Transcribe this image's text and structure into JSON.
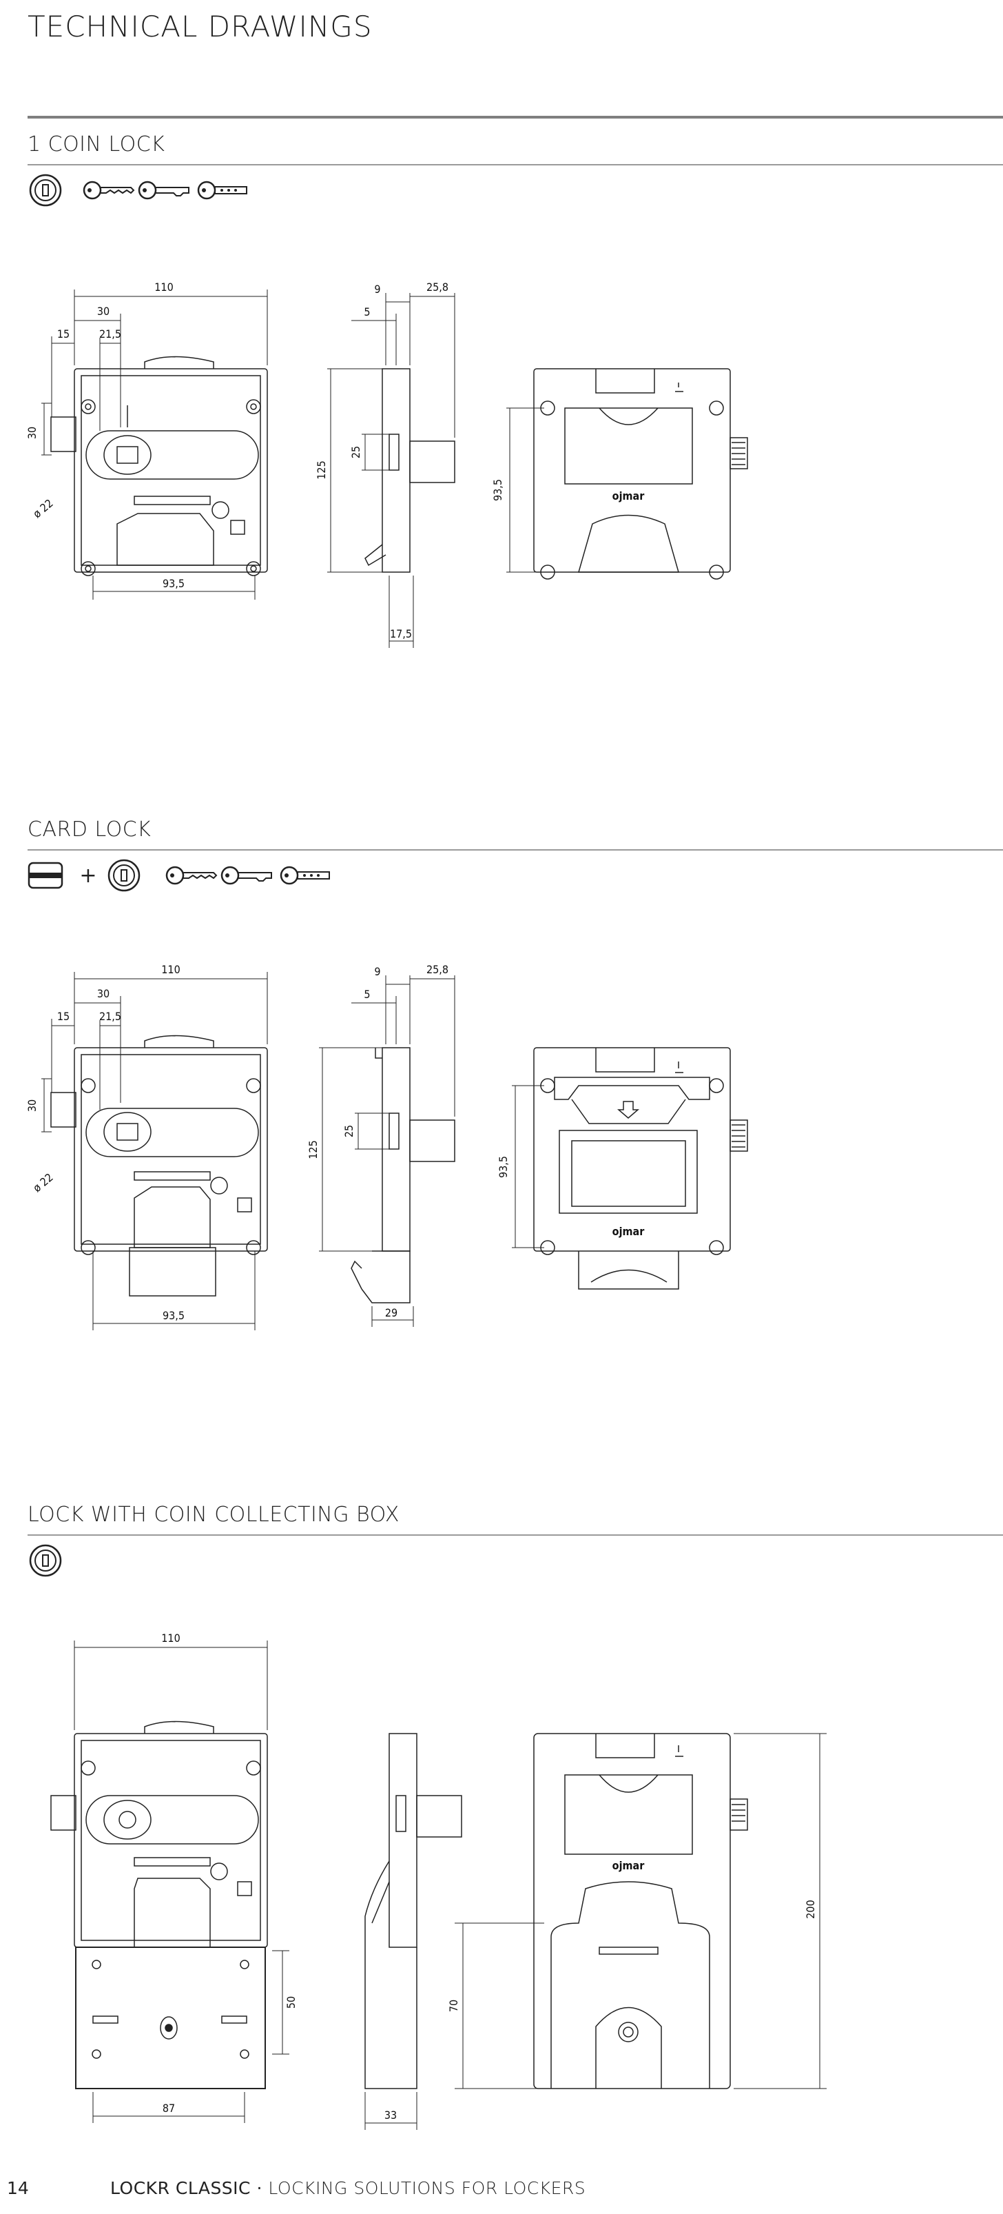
{
  "page": {
    "title": "TECHNICAL DRAWINGS",
    "page_number": "14",
    "footer_brand": "LOCKR CLASSIC",
    "footer_separator": "·",
    "footer_subtitle": "LOCKING SOLUTIONS FOR LOCKERS"
  },
  "sections": [
    {
      "title": "1 COIN LOCK",
      "icons": [
        "coin-icon",
        "key-icon",
        "key-icon",
        "master-key-icon"
      ],
      "dims": {
        "w110": "110",
        "w30": "30",
        "w15": "15",
        "w21_5": "21,5",
        "h30": "30",
        "d22": "ø 22",
        "w93_5": "93,5",
        "s9": "9",
        "s5": "5",
        "s25_8": "25,8",
        "s125": "125",
        "s25": "25",
        "s17_5": "17,5",
        "r93_5": "93,5"
      },
      "brand": "ojmar"
    },
    {
      "title": "CARD LOCK",
      "icons": [
        "card-icon",
        "plus-icon",
        "coin-icon",
        "key-icon",
        "key-icon",
        "master-key-icon"
      ],
      "plus": "+",
      "dims": {
        "w110": "110",
        "w30": "30",
        "w15": "15",
        "w21_5": "21,5",
        "h30": "30",
        "d22": "ø 22",
        "w93_5": "93,5",
        "s9": "9",
        "s5": "5",
        "s25_8": "25,8",
        "s125": "125",
        "s25": "25",
        "s29": "29",
        "r93_5": "93,5"
      },
      "brand": "ojmar"
    },
    {
      "title": "LOCK WITH COIN COLLECTING BOX",
      "icons": [
        "coin-icon"
      ],
      "dims": {
        "w110": "110",
        "h50": "50",
        "w87": "87",
        "s33": "33",
        "r200": "200",
        "r70": "70"
      },
      "brand": "ojmar"
    }
  ]
}
